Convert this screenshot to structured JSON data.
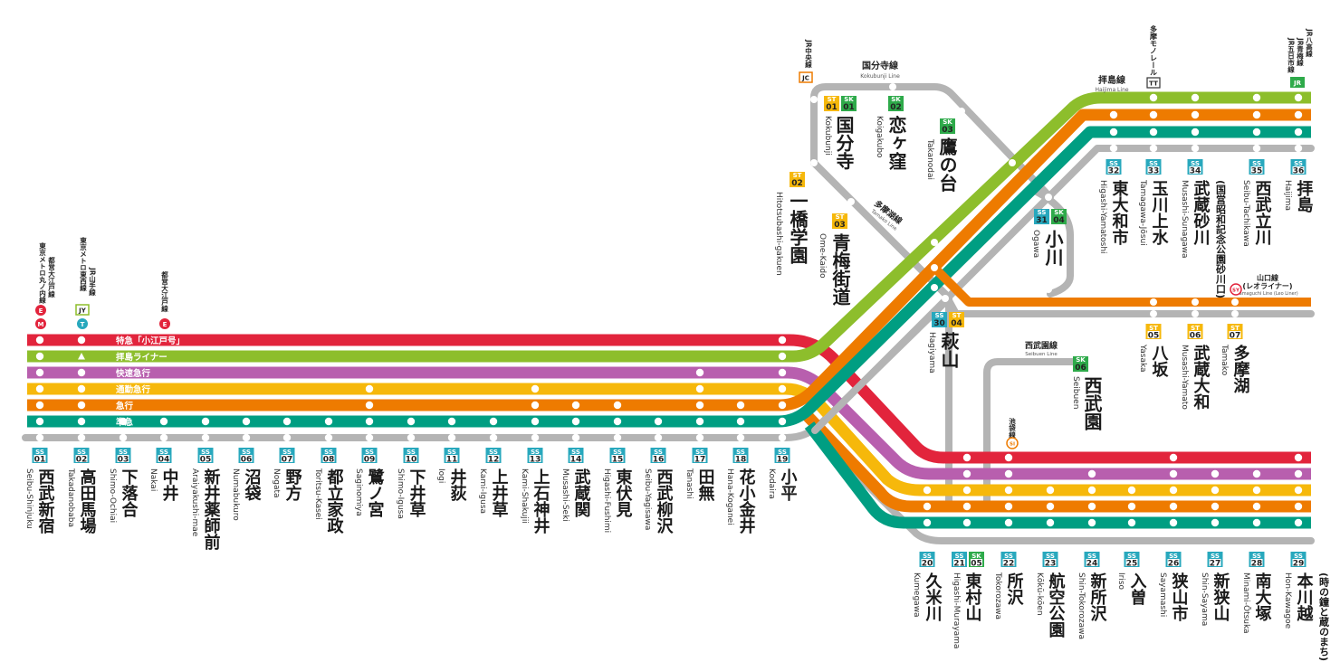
{
  "colors": {
    "red": "#e2243c",
    "green": "#8dbe2c",
    "purple": "#b85fae",
    "yellow": "#f6b80b",
    "orange": "#ee7b00",
    "teal": "#009e82",
    "gray": "#b4b4b4",
    "ss_code": "#28a8bd",
    "st_code": "#f6b80b",
    "sk_code": "#2eaa4a"
  },
  "services": [
    {
      "label": "特急「小江戸号」",
      "color": "#e2243c"
    },
    {
      "label": "拝島ライナー",
      "color": "#8dbe2c"
    },
    {
      "label": "快速急行",
      "color": "#b85fae"
    },
    {
      "label": "通勤急行",
      "color": "#f6b80b"
    },
    {
      "label": "急行",
      "color": "#ee7b00"
    },
    {
      "label": "準急",
      "color": "#009e82"
    }
  ],
  "main_stations": [
    {
      "code": "01",
      "name": "西武新宿",
      "romaji": "Seibu-Shinjuku"
    },
    {
      "code": "02",
      "name": "高田馬場",
      "romaji": "Takadanobaba"
    },
    {
      "code": "03",
      "name": "下落合",
      "romaji": "Shimo-Ochiai"
    },
    {
      "code": "04",
      "name": "中井",
      "romaji": "Nakai"
    },
    {
      "code": "05",
      "name": "新井薬師前",
      "romaji": "Araiyakushi-mae"
    },
    {
      "code": "06",
      "name": "沼袋",
      "romaji": "Numabukuro"
    },
    {
      "code": "07",
      "name": "野方",
      "romaji": "Nogata"
    },
    {
      "code": "08",
      "name": "都立家政",
      "romaji": "Toritsu-Kasei"
    },
    {
      "code": "09",
      "name": "鷺ノ宮",
      "romaji": "Saginomiya"
    },
    {
      "code": "10",
      "name": "下井草",
      "romaji": "Shimo-Igusa"
    },
    {
      "code": "11",
      "name": "井荻",
      "romaji": "Iogi"
    },
    {
      "code": "12",
      "name": "上井草",
      "romaji": "Kami-Igusa"
    },
    {
      "code": "13",
      "name": "上石神井",
      "romaji": "Kami-Shakujii"
    },
    {
      "code": "14",
      "name": "武蔵関",
      "romaji": "Musashi-Seki"
    },
    {
      "code": "15",
      "name": "東伏見",
      "romaji": "Higashi-Fushimi"
    },
    {
      "code": "16",
      "name": "西武柳沢",
      "romaji": "Seibu-Yagisawa"
    },
    {
      "code": "17",
      "name": "田無",
      "romaji": "Tanashi"
    },
    {
      "code": "18",
      "name": "花小金井",
      "romaji": "Hana-Koganei"
    },
    {
      "code": "19",
      "name": "小平",
      "romaji": "Kodaira"
    }
  ],
  "south_stations": [
    {
      "code": "20",
      "name": "久米川",
      "romaji": "Kumegawa"
    },
    {
      "code": "21",
      "code2": "05",
      "name": "東村山",
      "romaji": "Higashi-Murayama"
    },
    {
      "code": "22",
      "name": "所沢",
      "romaji": "Tokorozawa"
    },
    {
      "code": "23",
      "name": "航空公園",
      "romaji": "Kōkū-kōen"
    },
    {
      "code": "24",
      "name": "新所沢",
      "romaji": "Shin-Tokorozawa"
    },
    {
      "code": "25",
      "name": "入曽",
      "romaji": "Iriso"
    },
    {
      "code": "26",
      "name": "狭山市",
      "romaji": "Sayamashi"
    },
    {
      "code": "27",
      "name": "新狭山",
      "romaji": "Shin-Sayama"
    },
    {
      "code": "28",
      "name": "南大塚",
      "romaji": "Minami-Ōtsuka"
    },
    {
      "code": "29",
      "name": "本川越",
      "romaji": "Hon-Kawagoe",
      "note": "(時の鐘と蔵のまち)"
    }
  ],
  "north_stations": [
    {
      "code": "32",
      "name": "東大和市",
      "romaji": "Higashi-Yamatoshi"
    },
    {
      "code": "33",
      "name": "玉川上水",
      "romaji": "Tamagawa-Jōsui"
    },
    {
      "code": "34",
      "name": "武蔵砂川",
      "romaji": "Musashi-Sunagawa",
      "note": "(国営昭和記念公園砂川口)"
    },
    {
      "code": "35",
      "name": "西武立川",
      "romaji": "Seibu-Tachikawa"
    },
    {
      "code": "36",
      "name": "拝島",
      "romaji": "Haijima"
    }
  ],
  "tamako_stations": [
    {
      "code": "05",
      "name": "八坂",
      "romaji": "Yasaka"
    },
    {
      "code": "06",
      "name": "武蔵大和",
      "romaji": "Musashi-Yamato"
    },
    {
      "code": "07",
      "name": "多摩湖",
      "romaji": "Tamako"
    }
  ],
  "branch_stations": {
    "kokubunji": {
      "code_st": "01",
      "code_sk": "01",
      "name": "国分寺",
      "romaji": "Kokubunji"
    },
    "koigakubo": {
      "code": "02",
      "name": "恋ヶ窪",
      "romaji": "Koigakubo"
    },
    "takanodai": {
      "code": "03",
      "name": "鷹の台",
      "romaji": "Takanodai"
    },
    "hitotsubashi": {
      "code": "02",
      "name": "一橋学園",
      "romaji": "Hitotsubashi-gakuen"
    },
    "omekaido": {
      "code": "03",
      "name": "青梅街道",
      "romaji": "Ome-Kaido"
    },
    "ogawa": {
      "code_ss": "31",
      "code_sk": "04",
      "name": "小川",
      "romaji": "Ogawa"
    },
    "hagiyama": {
      "code_ss": "30",
      "code_st": "04",
      "name": "萩山",
      "romaji": "Hagiyama"
    },
    "seibuen": {
      "code": "06",
      "name": "西武園",
      "romaji": "Seibuen"
    }
  },
  "line_labels": {
    "kokubunji": "国分寺線",
    "kokubunji_en": "Kokubunji Line",
    "haijima": "拝島線",
    "haijima_en": "Haijima Line",
    "tamako": "多摩湖線",
    "tamako_en": "Tamako Line",
    "seibuen": "西武園線",
    "seibuen_en": "Seibuen Line",
    "yamaguchi": "山口線",
    "yamaguchi_sub": "(レオライナー)",
    "yamaguchi_en": "Yamaguchi Line (Leo Liner)",
    "ikebukuro": "池袋線",
    "tama_monorail": "多摩モノレール",
    "jr_chuo": "JR中央線",
    "jr_group": [
      "JR八高線",
      "JR青梅線",
      "JR五日市線"
    ],
    "metro_marunouchi": "東京メトロ丸ノ内線",
    "oedo_1": "都営大江戸線",
    "metro_tozai": "東京メトロ東西線",
    "jr_yamanote": "JR山手線",
    "oedo_2": "都営大江戸線"
  },
  "badges": {
    "m": "M",
    "e": "E",
    "t": "T",
    "jy": "JY",
    "jc": "JC",
    "tt": "TT",
    "jr": "JR",
    "ss": "SS",
    "st": "ST",
    "sk": "SK",
    "si": "SI",
    "sy": "SY"
  }
}
